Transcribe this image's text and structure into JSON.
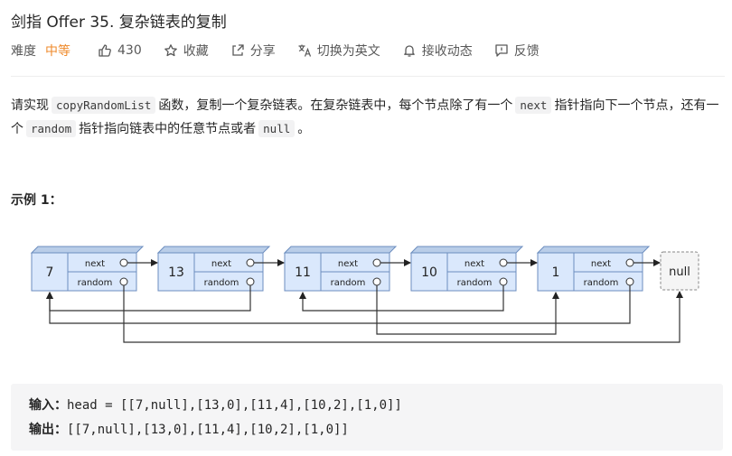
{
  "title": "剑指 Offer 35. 复杂链表的复制",
  "meta": {
    "difficulty_label": "难度",
    "difficulty_value": "中等",
    "likes": "430",
    "collect": "收藏",
    "share": "分享",
    "switch_lang": "切换为英文",
    "notify": "接收动态",
    "feedback": "反馈"
  },
  "description": {
    "p1": "请实现",
    "code1": "copyRandomList",
    "p2": "函数，复制一个复杂链表。在复杂链表中，每个节点除了有一个",
    "code2": "next",
    "p3": "指针指向下一个节点，还有一个",
    "code3": "random",
    "p4": "指针指向链表中的任意节点或者",
    "code4": "null",
    "p5": "。"
  },
  "example_title": "示例 1：",
  "diagram": {
    "nodes": [
      "7",
      "13",
      "11",
      "10",
      "1"
    ],
    "next_label": "next",
    "random_label": "random",
    "null_label": "null"
  },
  "io": {
    "input_label": "输入：",
    "input_value": "head = [[7,null],[13,0],[11,4],[10,2],[1,0]]",
    "output_label": "输出：",
    "output_value": "[[7,null],[13,0],[11,4],[10,2],[1,0]]"
  },
  "colors": {
    "difficulty": "#ef8a2b",
    "node_fill": "#dae8fc",
    "node_stroke": "#6c8ebf",
    "null_fill": "#f5f5f5"
  }
}
